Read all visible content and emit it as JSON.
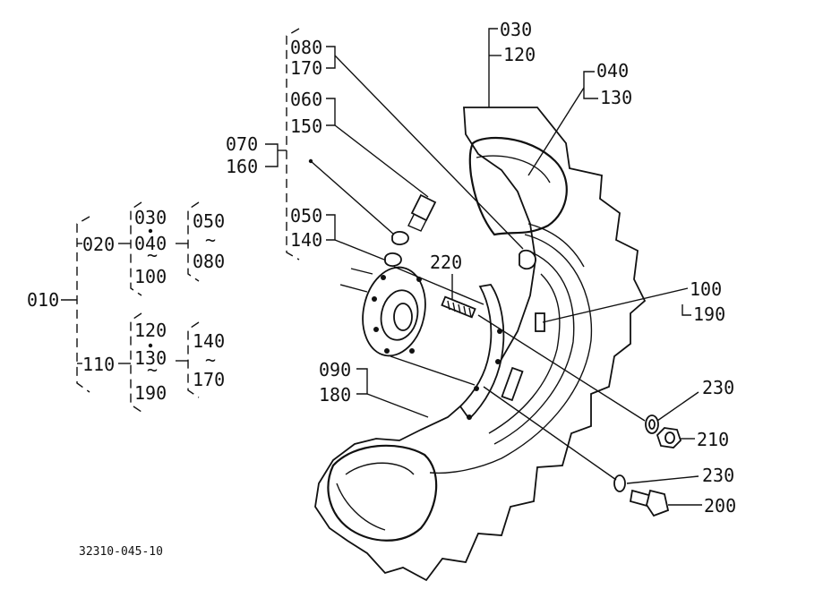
{
  "diagram": {
    "callouts": {
      "c010": "010",
      "c020": "020",
      "c030a": "030",
      "c040a": "040",
      "c100a": "100",
      "c050a": "050",
      "c080a": "080",
      "c110": "110",
      "c120a": "120",
      "c130a": "130",
      "c190a": "190",
      "c140a": "140",
      "c170a": "170",
      "c080b": "080",
      "c170b": "170",
      "c060": "060",
      "c150": "150",
      "c070": "070",
      "c160": "160",
      "c050b": "050",
      "c140b": "140",
      "c220": "220",
      "c030b": "030",
      "c120b": "120",
      "c040b": "040",
      "c130b": "130",
      "c100b": "100",
      "c190b": "190",
      "c090": "090",
      "c180": "180",
      "c230a": "230",
      "c210": "210",
      "c230b": "230",
      "c200": "200"
    },
    "figure_code": "32310-045-10"
  }
}
